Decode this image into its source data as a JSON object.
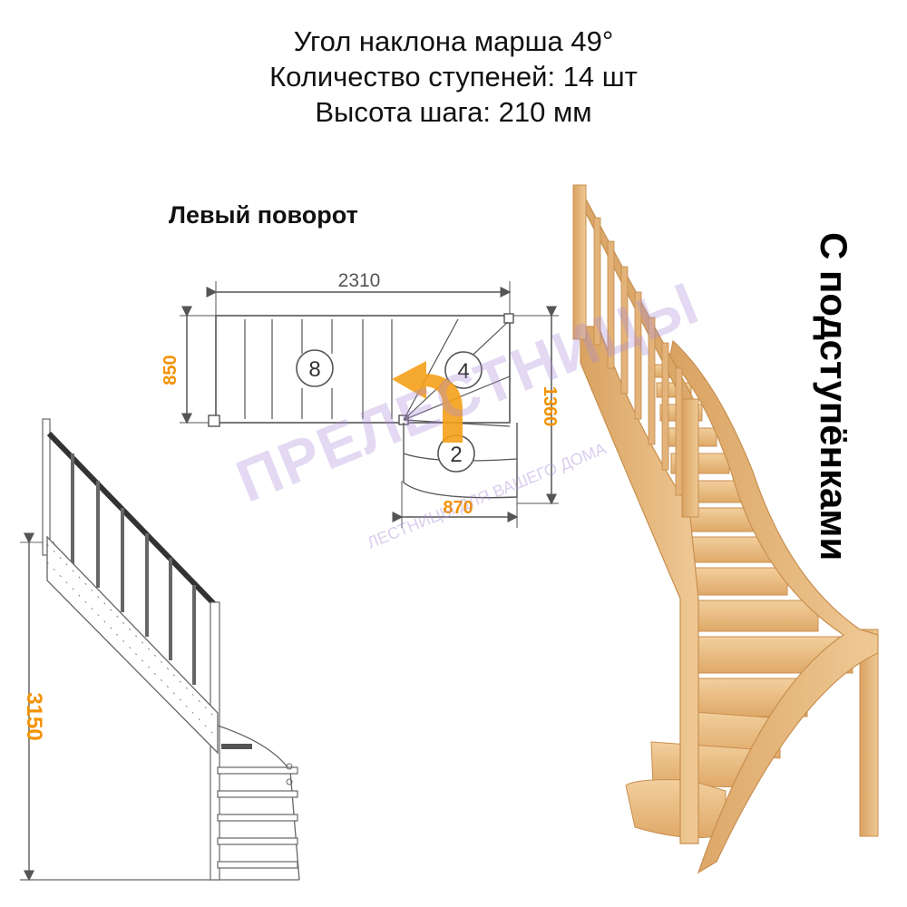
{
  "specs": {
    "angle": "Угол наклона марша 49°",
    "steps": "Количество ступеней: 14 шт",
    "height": "Высота шага: 210 мм"
  },
  "plan": {
    "title": "Левый поворот",
    "dim_width": "2310",
    "dim_depth": "850",
    "dim_side": "1360",
    "dim_turn": "870",
    "steps_straight": "8",
    "steps_winder": "4",
    "steps_bottom": "2"
  },
  "elevation": {
    "dim_height": "3150"
  },
  "photo": {
    "label": "С подступёнками"
  },
  "watermark": {
    "brand": "ПРЕЛЕСТНИЦЫ",
    "tagline": "ЛЕСТНИЦЫ ДЛЯ ВАШЕГО ДОМА"
  },
  "colors": {
    "dimension": "#f39200",
    "line": "#555555",
    "wood": "#e6b57a",
    "watermark": "#a98bd8"
  }
}
